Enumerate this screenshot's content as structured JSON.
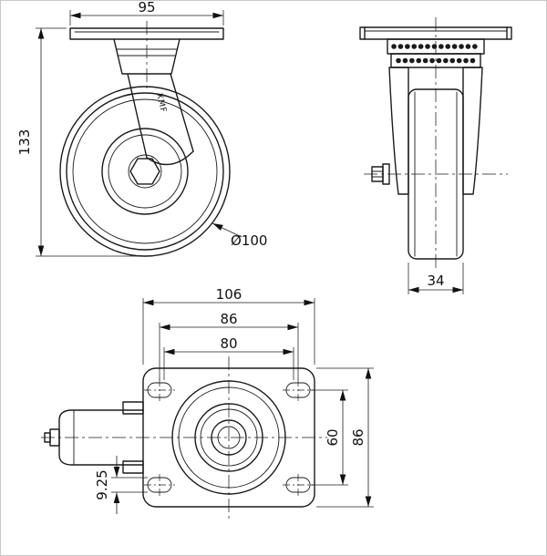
{
  "drawing": {
    "views": {
      "side": {
        "brand": "XMF",
        "dims": {
          "plate_width": "95",
          "overall_height": "133",
          "wheel_diameter": "Ø100"
        }
      },
      "front": {
        "dims": {
          "wheel_width": "34"
        }
      },
      "top": {
        "dims": {
          "plate_length": "106",
          "bolt_spacing_max": "86",
          "bolt_spacing_min": "80",
          "bolt_spacing_side": "60",
          "plate_width": "86",
          "slot_width": "9.25"
        }
      }
    }
  }
}
